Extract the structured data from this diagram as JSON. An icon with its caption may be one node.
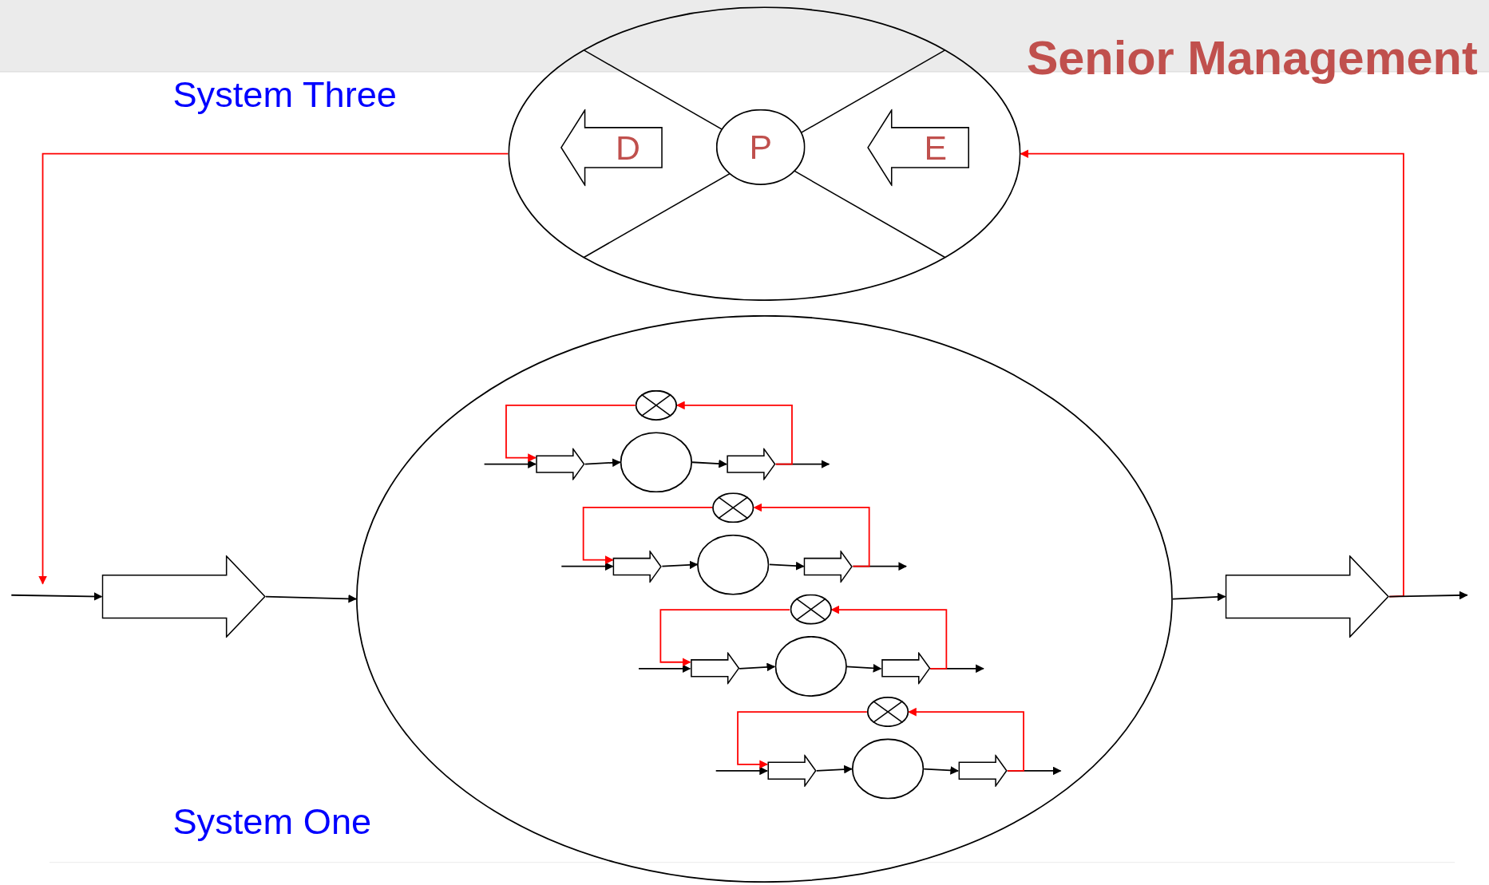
{
  "diagram": {
    "title": "Senior Management",
    "nodes": [
      {
        "text": [],
        "shape": "circle"
      },
      {
        "text": [
          "D"
        ],
        "in": 0
      },
      {
        "text": [
          "P"
        ],
        "in": 0
      },
      {
        "text": [
          "E"
        ],
        "in": 0
      },
      {
        "text": [],
        "shape": "arrow"
      },
      {
        "text": [],
        "shape": "circle"
      },
      {
        "text": [],
        "shape": "circle",
        "in": 5
      },
      {
        "text": [],
        "shape": "arrow",
        "in": 5
      },
      {
        "text": [],
        "shape": "circle",
        "in": 5
      },
      {
        "text": [],
        "shape": "arrow",
        "in": 5
      },
      {
        "text": [],
        "shape": "circle",
        "in": 5
      },
      {
        "text": [],
        "shape": "arrow",
        "in": 5
      },
      {
        "text": [],
        "shape": "circle",
        "in": 5
      },
      {
        "text": [],
        "shape": "arrow",
        "in": 5
      },
      {
        "text": [],
        "shape": "circle",
        "in": 5
      },
      {
        "text": [],
        "shape": "arrow",
        "in": 5
      },
      {
        "text": [],
        "shape": "circle",
        "in": 5
      },
      {
        "text": [],
        "shape": "arrow",
        "in": 5
      },
      {
        "text": [],
        "shape": "circle",
        "in": 5
      },
      {
        "text": [],
        "shape": "arrow",
        "in": 5
      },
      {
        "text": [],
        "shape": "circle",
        "in": 5
      },
      {
        "text": [],
        "shape": "arrow",
        "in": 5
      },
      {
        "text": [],
        "shape": "arrow"
      }
    ],
    "edges": [
      {
        "from": 0,
        "to": null,
        "arrow": "to",
        "color": "#ff0000"
      },
      {
        "from": 22,
        "to": 0,
        "arrow": "to",
        "color": "#ff0000"
      },
      {
        "from": null,
        "to": 4,
        "arrow": "to"
      },
      {
        "from": 4,
        "to": 5,
        "arrow": "to"
      },
      {
        "from": 5,
        "to": 22,
        "arrow": "to"
      },
      {
        "from": 22,
        "to": null,
        "arrow": "to"
      },
      {
        "from": null,
        "to": 7,
        "arrow": "to"
      },
      {
        "from": 7,
        "to": 8,
        "arrow": "to"
      },
      {
        "from": 8,
        "to": 9,
        "arrow": "to"
      },
      {
        "from": 9,
        "to": null,
        "arrow": "to"
      },
      {
        "from": 9,
        "to": 6,
        "arrow": "to",
        "color": "#ff0000"
      },
      {
        "from": 6,
        "to": 7,
        "arrow": "to",
        "color": "#ff0000"
      },
      {
        "from": null,
        "to": 11,
        "arrow": "to"
      },
      {
        "from": 11,
        "to": 12,
        "arrow": "to"
      },
      {
        "from": 12,
        "to": 13,
        "arrow": "to"
      },
      {
        "from": 13,
        "to": null,
        "arrow": "to"
      },
      {
        "from": 13,
        "to": 10,
        "arrow": "to",
        "color": "#ff0000"
      },
      {
        "from": 10,
        "to": 11,
        "arrow": "to",
        "color": "#ff0000"
      },
      {
        "from": null,
        "to": 15,
        "arrow": "to"
      },
      {
        "from": 15,
        "to": 16,
        "arrow": "to"
      },
      {
        "from": 16,
        "to": 17,
        "arrow": "to"
      },
      {
        "from": 17,
        "to": null,
        "arrow": "to"
      },
      {
        "from": 17,
        "to": 14,
        "arrow": "to",
        "color": "#ff0000"
      },
      {
        "from": 14,
        "to": 15,
        "arrow": "to",
        "color": "#ff0000"
      },
      {
        "from": null,
        "to": 19,
        "arrow": "to"
      },
      {
        "from": 19,
        "to": 20,
        "arrow": "to"
      },
      {
        "from": 20,
        "to": 21,
        "arrow": "to"
      },
      {
        "from": 21,
        "to": null,
        "arrow": "to"
      },
      {
        "from": 21,
        "to": 18,
        "arrow": "to",
        "color": "#ff0000"
      },
      {
        "from": 18,
        "to": 19,
        "arrow": "to",
        "color": "#ff0000"
      }
    ],
    "labels": [
      "System Three",
      "System One"
    ]
  }
}
